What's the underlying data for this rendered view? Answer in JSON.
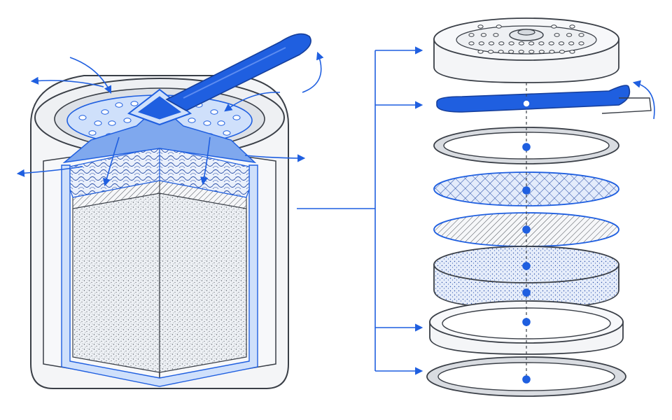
{
  "diagram": {
    "colors": {
      "accent": "#1f5fe0",
      "accent_light": "#cfe0fb",
      "accent_mid": "#7fa8ee",
      "outline": "#3a3f47",
      "shell": "#f4f5f7",
      "shell_shadow": "#d9dce1",
      "foam_fill": "#eef1f5",
      "background": "#ffffff"
    },
    "cutaway": {
      "parts": [
        "outer-housing",
        "perforated-cap",
        "pull-tab-seal",
        "mesh-layer",
        "hatched-layer",
        "foam-core",
        "inner-liner"
      ],
      "flow_arrow_count": 8
    },
    "exploded": {
      "layers": [
        {
          "name": "perforated-lid",
          "pattern": "holes"
        },
        {
          "name": "seal-tab",
          "pattern": "solid-accent"
        },
        {
          "name": "gasket-ring",
          "pattern": "ring"
        },
        {
          "name": "mesh-screen",
          "pattern": "crosshatch"
        },
        {
          "name": "fiber-disc",
          "pattern": "diagonal"
        },
        {
          "name": "foam-disc",
          "pattern": "stipple"
        },
        {
          "name": "base-cup",
          "pattern": "cup"
        },
        {
          "name": "bottom-ring",
          "pattern": "ring"
        }
      ],
      "arrow_targets": [
        "perforated-lid",
        "seal-tab",
        "base-cup",
        "bottom-ring"
      ]
    }
  }
}
